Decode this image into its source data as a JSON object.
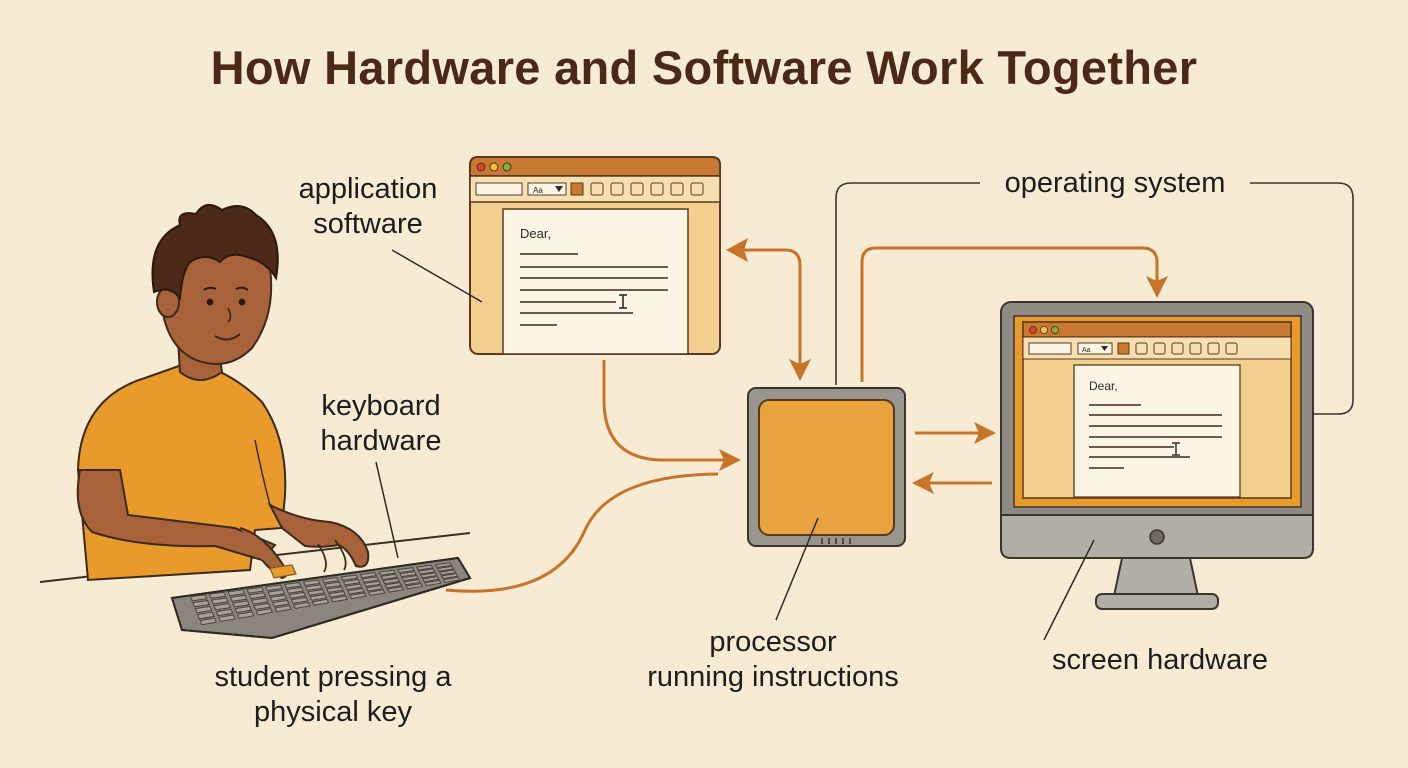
{
  "title": "How Hardware and Software Work Together",
  "labels": {
    "application_software": [
      "application",
      "software"
    ],
    "keyboard_hardware": [
      "keyboard",
      "hardware"
    ],
    "student": [
      "student pressing a",
      "physical key"
    ],
    "processor": [
      "processor",
      "running instructions"
    ],
    "operating_system": "operating system",
    "screen_hardware": "screen hardware"
  },
  "app_window": {
    "font_box": "Aa",
    "letter_greeting": "Dear,"
  },
  "screen_window": {
    "font_box": "Aa",
    "letter_greeting": "Dear,"
  },
  "colors": {
    "background": "#f7ecd3",
    "title": "#4a2a14",
    "accent_orange": "#d88a2c",
    "arrow": "#c8732a",
    "window_bar": "#c87a33",
    "window_body": "#f3cf8f",
    "document": "#fbf5e6",
    "hardware_gray": "#8f8a83",
    "shirt": "#e89a2b",
    "skin": "#a8623a",
    "hair": "#4b2a17"
  },
  "icons": [
    "person-icon",
    "keyboard-icon",
    "processor-chip-icon",
    "monitor-icon",
    "app-window-icon",
    "text-cursor-icon"
  ]
}
